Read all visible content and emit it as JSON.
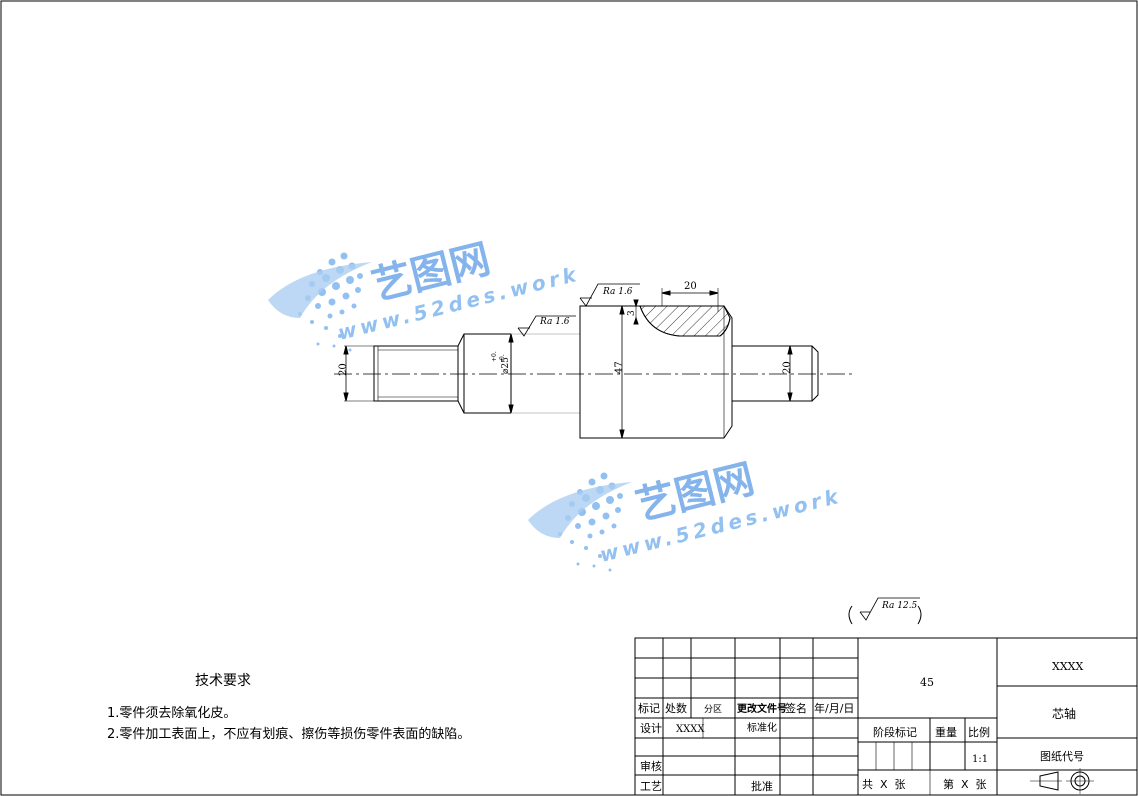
{
  "drawing": {
    "dims": {
      "left_dia": "20",
      "mid_dia": "⌀25",
      "mid_tol_upper": "+0.",
      "mid_tol_lower": "-0.",
      "big_dia": "47",
      "right_dia": "20",
      "chamfer_width": "20",
      "chamfer_depth": "3"
    },
    "roughness": {
      "ra_left": "Ra 1.6",
      "ra_right": "Ra 1.6",
      "ra_general": "Ra 12.5"
    },
    "watermark": {
      "brand": "艺图网",
      "url": "www.52des.work"
    }
  },
  "tech_requirements": {
    "title": "技术要求",
    "items": [
      "1.零件须去除氧化皮。",
      "2.零件加工表面上，不应有划痕、擦伤等损伤零件表面的缺陷。"
    ]
  },
  "title_block": {
    "headers": {
      "mark": "标记",
      "count": "处数",
      "zone": "分区",
      "doc_no": "更改文件号",
      "sign": "签名",
      "date": "年/月/日"
    },
    "design_label": "设计",
    "design_value": "XXXX",
    "standardize": "标准化",
    "review": "审核",
    "process": "工艺",
    "approve": "批准",
    "material": "45",
    "stage_mark": "阶段标记",
    "weight": "重量",
    "scale_label": "比例",
    "scale_value": "1:1",
    "sheets_total": "共  X  张",
    "sheet_no": "第  X  张",
    "company": "XXXX",
    "part_name": "芯轴",
    "drawing_code": "图纸代号"
  },
  "colors": {
    "line": "#000000",
    "watermark": "#6fa8e8"
  }
}
